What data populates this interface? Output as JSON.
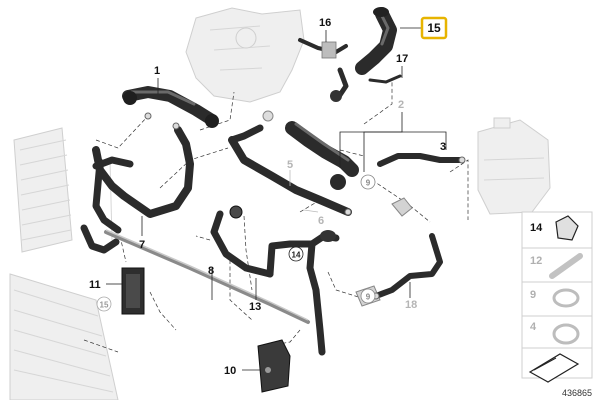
{
  "diagram": {
    "highlighted_part": "15",
    "callouts": {
      "c1": "1",
      "c2": "2",
      "c3": "3",
      "c5": "5",
      "c6": "6",
      "c7": "7",
      "c8": "8",
      "c10": "10",
      "c11": "11",
      "c13": "13",
      "c16": "16",
      "c17": "17",
      "c18": "18"
    },
    "circled_callouts": {
      "ring14": "14",
      "ring15": "15",
      "ring_a": "9",
      "ring_b": "9"
    },
    "image_number": "436865"
  },
  "legend": {
    "items": [
      {
        "label": "14",
        "active": true
      },
      {
        "label": "12",
        "active": false
      },
      {
        "label": "9",
        "active": false
      },
      {
        "label": "4",
        "active": false
      }
    ]
  }
}
